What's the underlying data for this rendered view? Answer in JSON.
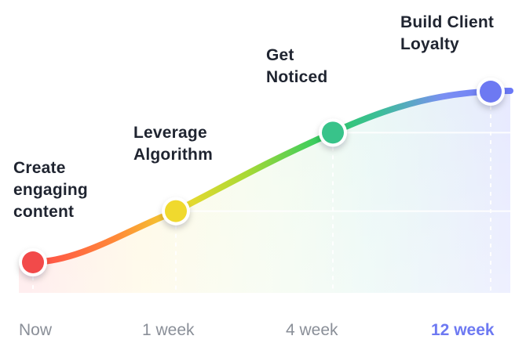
{
  "chart_data": {
    "type": "line",
    "title": "",
    "xlabel": "",
    "ylabel": "",
    "x_labels": [
      "Now",
      "1 week",
      "4 week",
      "12 week"
    ],
    "highlighted_x_label": "12 week",
    "series": [
      {
        "values": [
          0,
          30,
          76,
          100
        ],
        "stages": [
          "Create\nengaging\ncontent",
          "Leverage\nAlgorithm",
          "Get\nNoticed",
          "Build Client\nLoyalty"
        ],
        "point_colors": [
          "#f24a4a",
          "#f0d92e",
          "#38c38a",
          "#6d79f2"
        ]
      }
    ],
    "ylim": [
      0,
      100
    ],
    "grid": false,
    "legend": false
  }
}
